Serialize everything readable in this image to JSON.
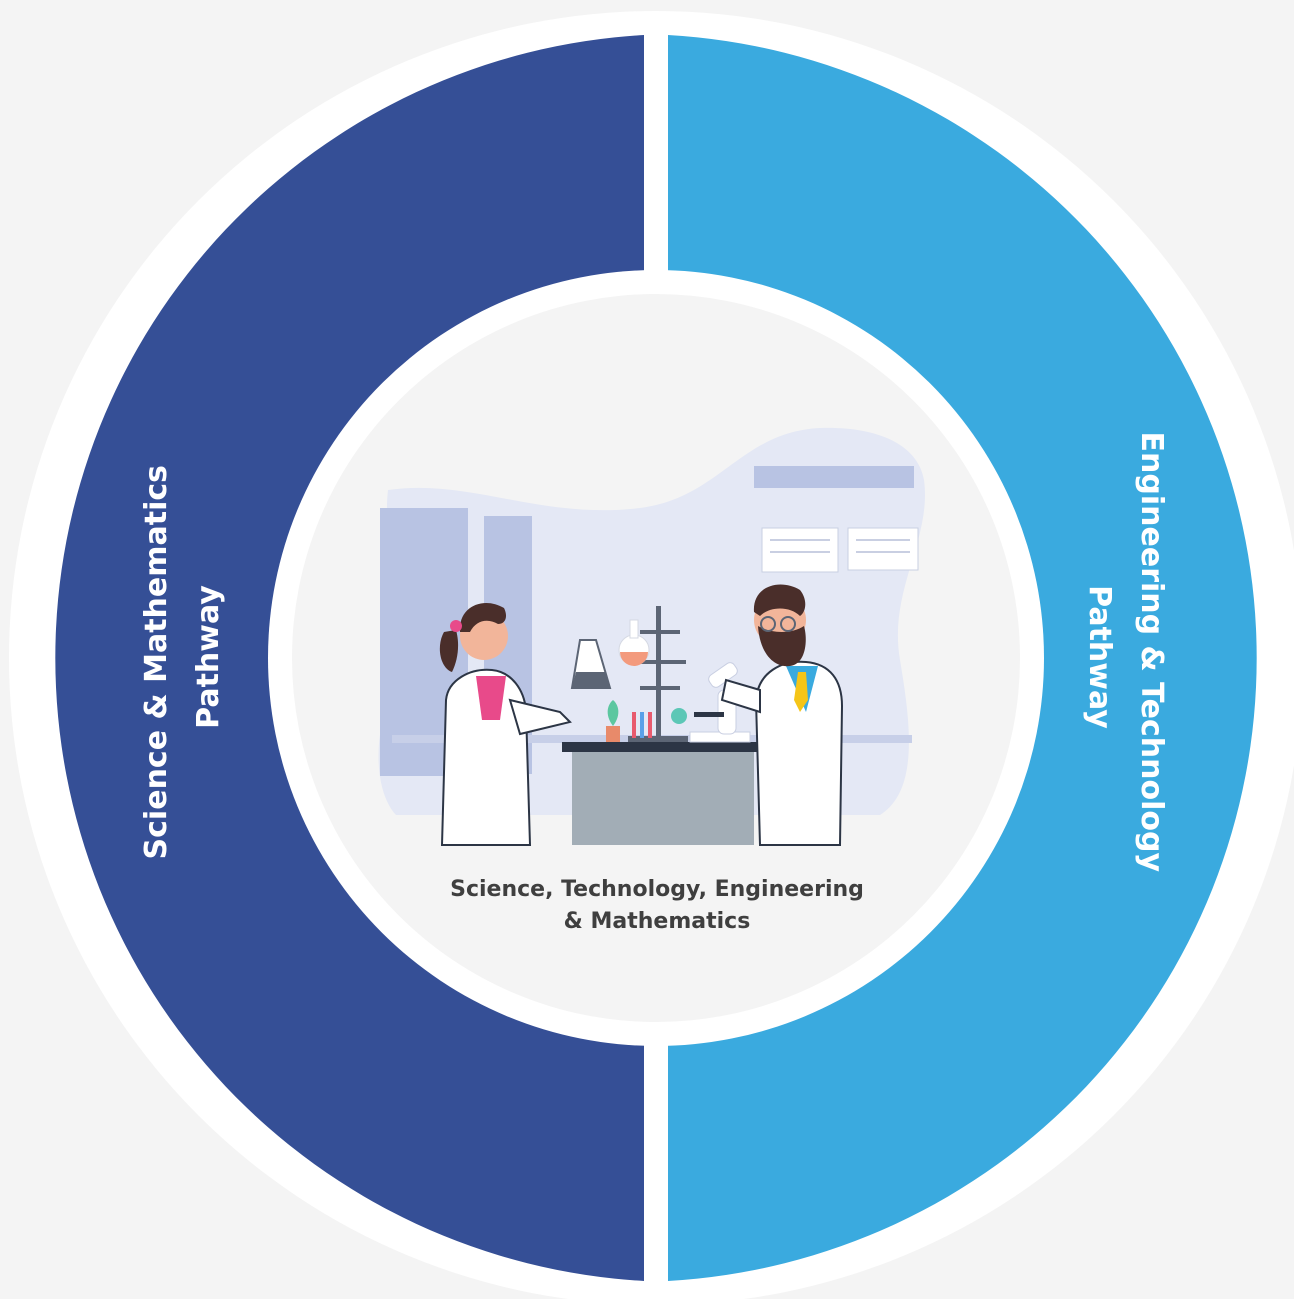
{
  "diagram": {
    "left_segment": {
      "label_line1": "Science & Mathematics",
      "label_line2": "Pathway",
      "color": "#354f96"
    },
    "right_segment": {
      "label_line1": "Engineering & Technology",
      "label_line2": "Pathway",
      "color": "#3aaadf"
    },
    "center": {
      "title_line1": "Science, Technology, Engineering",
      "title_line2": "& Mathematics",
      "illustration": "scientists-in-lab-illustration"
    },
    "colors": {
      "background": "#f4f4f4",
      "ring_border": "#ffffff",
      "center_fill": "#f4f4f4",
      "blob": "#e4e8f5",
      "blob_dark": "#b8c3e3",
      "lab_table": "#a2adb6"
    }
  }
}
